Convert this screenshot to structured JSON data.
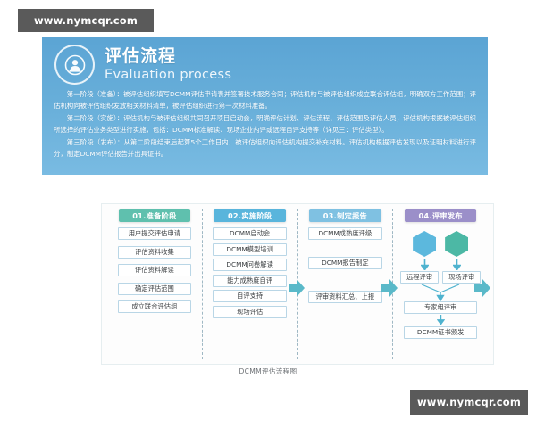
{
  "watermark": {
    "top": "www.nymcqr.com",
    "bottom": "www.nymcqr.com"
  },
  "panel": {
    "title_cn": "评估流程",
    "title_en": "Evaluation process",
    "icon": "seal-stamp-icon",
    "bg_color": "#67aed9",
    "paragraphs": [
      "第一阶段（准备）：被评估组织填写DCMM评估申请表并签署技术服务合同；评估机构与被评估组织成立联合评估组，明确双方工作范围；评估机构向被评估组织发放相关材料清单，被评估组织进行第一次材料准备。",
      "第二阶段（实施）：评估机构与被评估组织共同召开项目启动会，明确评估计划、评估流程、评估范围及评估人员；评估机构根据被评估组织所选择的评估业务类型进行实施，包括：DCMM标准解读、现场企业内评或远程自评支持等（详见三：评估类型）。",
      "第三阶段（发布）：从第二阶段结束后起算5个工作日内，被评估组织向评估机构提交补充材料。评估机构根据评估发现以及证明材料进行评分，制定DCMM评估报告并出具证书。"
    ]
  },
  "flow": {
    "caption": "DCMM评估流程图",
    "arrow_color": "#4fb3cf",
    "columns": [
      {
        "header": "01.准备阶段",
        "header_color": "#5fc0ae",
        "items": [
          "用户提交评估申请",
          "评估资料收集",
          "评估资料解读",
          "确定评估范围",
          "成立联合评估组"
        ]
      },
      {
        "header": "02.实施阶段",
        "header_color": "#59b5dc",
        "items": [
          "DCMM启动会",
          "DCMM模型培训",
          "DCMM问卷解读",
          "能力成熟度自评",
          "自评支持",
          "现场评估"
        ]
      },
      {
        "header": "03.制定报告",
        "header_color": "#7fc1e2",
        "items": [
          "DCMM成熟度评级",
          "DCMM报告制定",
          "评审资料汇总、上报"
        ]
      },
      {
        "header": "04.评审发布",
        "header_color": "#9b8fc9",
        "hexagons": [
          {
            "name": "hexagon-remote",
            "color": "#5cb8dd"
          },
          {
            "name": "hexagon-onsite",
            "color": "#4cb8a5"
          }
        ],
        "branch": [
          "远程评审",
          "现场评审"
        ],
        "items": [
          "专家组评审",
          "DCMM证书颁发"
        ]
      }
    ]
  }
}
